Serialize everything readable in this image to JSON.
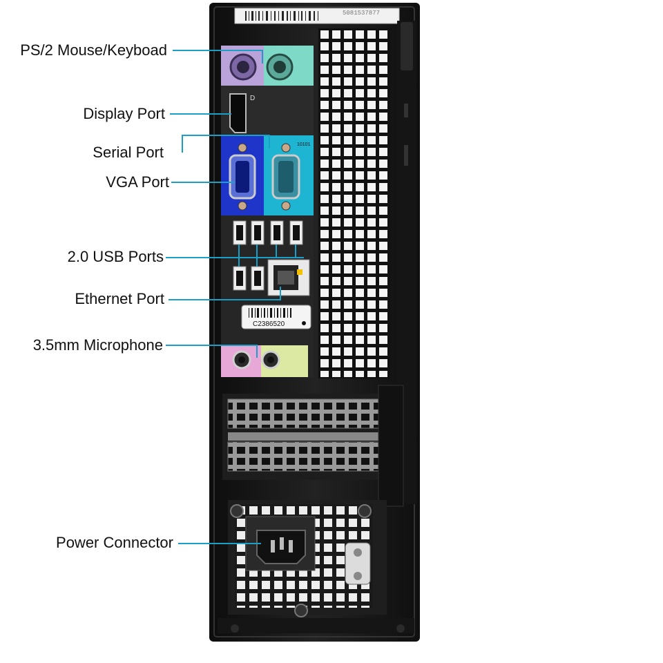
{
  "diagram": {
    "labels": [
      {
        "id": "ps2",
        "text": "PS/2 Mouse/Keyboad"
      },
      {
        "id": "display",
        "text": "Display Port"
      },
      {
        "id": "serial",
        "text": "Serial Port"
      },
      {
        "id": "vga",
        "text": "VGA Port"
      },
      {
        "id": "usb",
        "text": "2.0 USB Ports"
      },
      {
        "id": "ethernet",
        "text": "Ethernet Port"
      },
      {
        "id": "mic",
        "text": "3.5mm Microphone"
      },
      {
        "id": "power",
        "text": "Power Connector"
      }
    ],
    "sticker_code": "C2386520",
    "serial_port_marking": "10101",
    "top_label_code": "5081537877"
  },
  "colors": {
    "leader_line": "#1b9fc7",
    "chassis": "#1a1a1a",
    "ps2_purple": "#b9a3d9",
    "ps2_green": "#7ed9c6",
    "vga_blue": "#1f35c9",
    "serial_teal": "#1eb5d2",
    "audio_pink": "#e7a8d8",
    "audio_lime": "#dbe9a3"
  }
}
